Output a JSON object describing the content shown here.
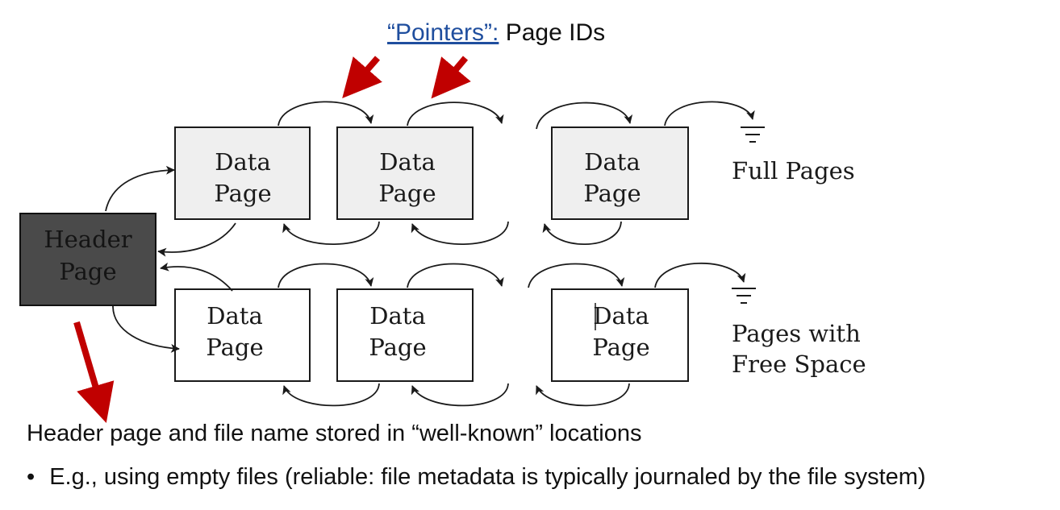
{
  "title": {
    "pointers_label": "“Pointers”:",
    "rest": " Page IDs"
  },
  "boxes": {
    "data_line1": "Data",
    "data_line2": "Page",
    "header_line1": "Header",
    "header_line2": "Page"
  },
  "labels": {
    "full_pages": "Full Pages",
    "free_line1": "Pages with",
    "free_line2": "Free Space"
  },
  "notes": {
    "main": "Header page and file name stored in “well-known” locations",
    "bullet_mark": "•",
    "bullet": "E.g., using empty files (reliable: file metadata is typically journaled by the file system)"
  },
  "colors": {
    "accent_red": "#c00000",
    "link_blue": "#1f4e9e",
    "header_fill": "#4a4a4a",
    "full_fill": "#efefef"
  }
}
